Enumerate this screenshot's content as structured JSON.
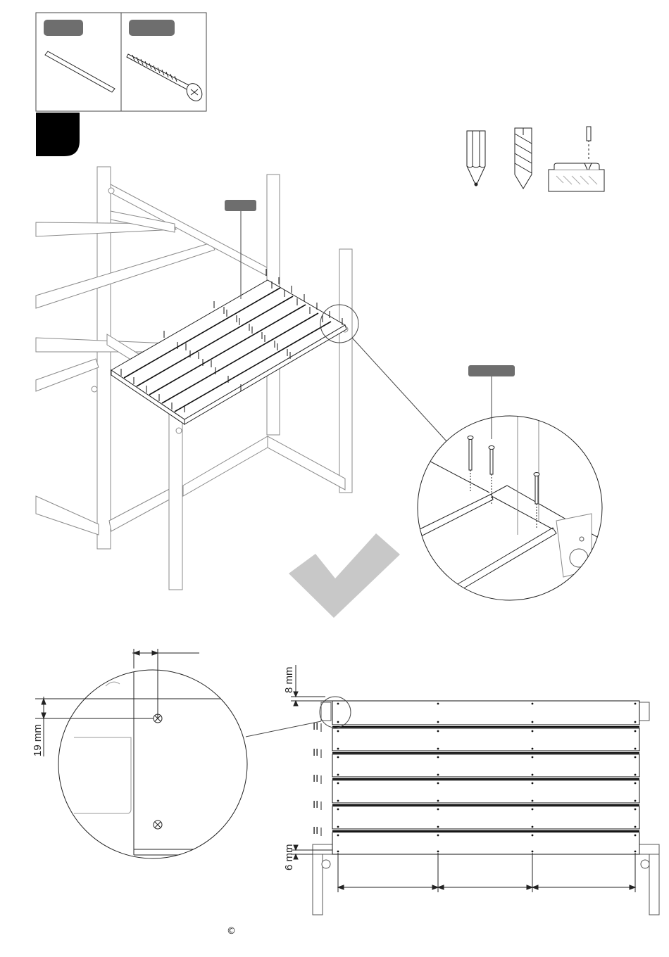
{
  "dimensions": {
    "top_gap": "8 mm",
    "edge_offset": "19 mm",
    "bottom_gap": "6 mm",
    "spacer_mark": "II"
  },
  "copyright_symbol": "©",
  "colors": {
    "label_tag": "#6e6e6e",
    "step_badge": "#000000",
    "checkmark": "#c8c8c8",
    "line": "#222222",
    "frame_line": "#8a8a8a"
  },
  "icons": [
    "pencil-icon",
    "drill-bit-icon",
    "countersink-icon",
    "checkmark-icon"
  ]
}
